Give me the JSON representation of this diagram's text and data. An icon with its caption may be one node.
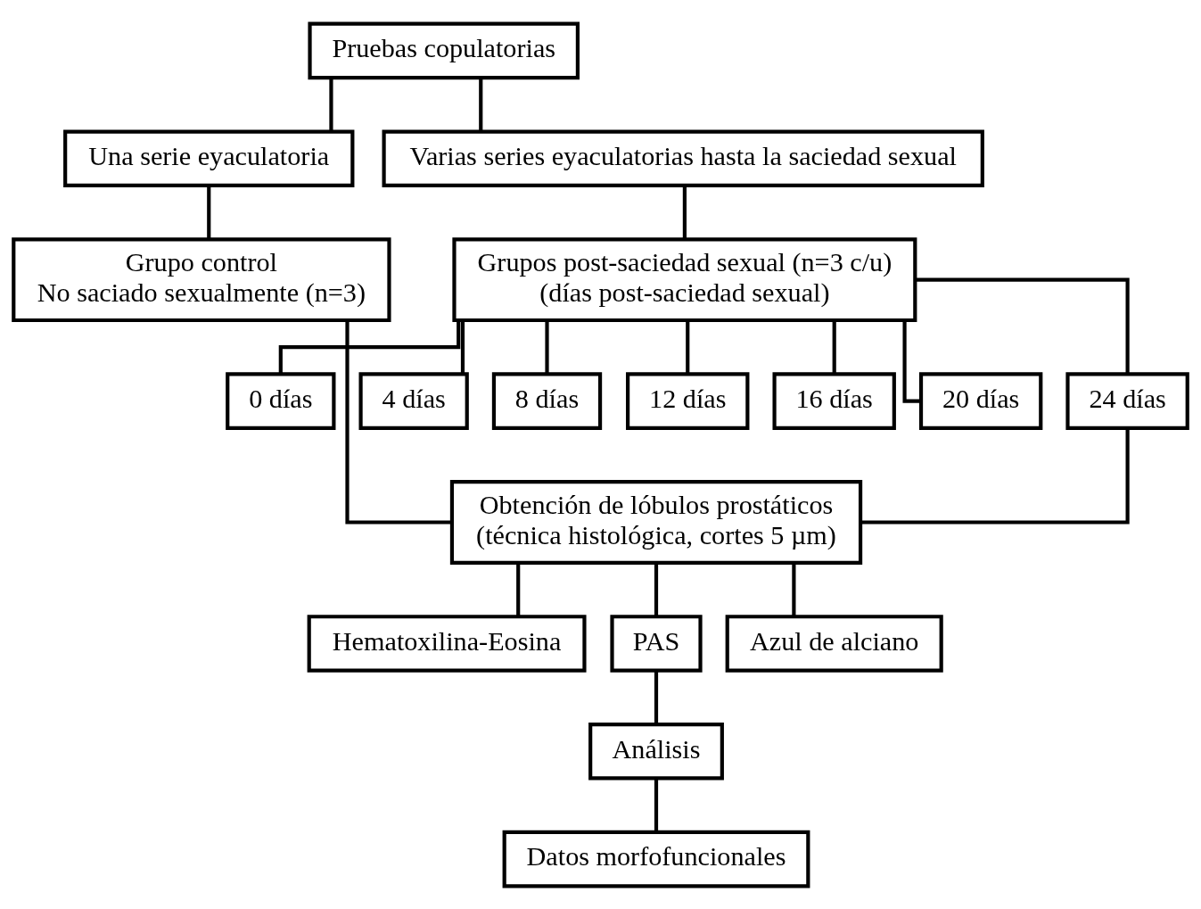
{
  "diagram": {
    "nodes": [
      {
        "text": [
          "Pruebas copulatorias"
        ]
      },
      {
        "text": [
          "Una serie eyaculatoria"
        ]
      },
      {
        "text": [
          "Varias series eyaculatorias hasta la saciedad sexual"
        ]
      },
      {
        "text": [
          "Grupo control",
          "No saciado sexualmente (n=3)"
        ]
      },
      {
        "text": [
          "Grupos post-saciedad sexual (n=3 c/u)",
          "(días post-saciedad sexual)"
        ]
      },
      {
        "text": [
          "0 días"
        ]
      },
      {
        "text": [
          "4 días"
        ]
      },
      {
        "text": [
          "8 días"
        ]
      },
      {
        "text": [
          "12 días"
        ]
      },
      {
        "text": [
          "16 días"
        ]
      },
      {
        "text": [
          "20 días"
        ]
      },
      {
        "text": [
          "24 días"
        ]
      },
      {
        "text": [
          "Obtención de lóbulos prostáticos",
          "(técnica histológica, cortes 5 µm)"
        ]
      },
      {
        "text": [
          "Hematoxilina-Eosina"
        ]
      },
      {
        "text": [
          "PAS"
        ]
      },
      {
        "text": [
          "Azul de alciano"
        ]
      },
      {
        "text": [
          "Análisis"
        ]
      },
      {
        "text": [
          "Datos morfofuncionales"
        ]
      }
    ],
    "edges": [
      {
        "from": 0,
        "to": 1,
        "arrow": "none"
      },
      {
        "from": 0,
        "to": 2,
        "arrow": "none"
      },
      {
        "from": 1,
        "to": 3,
        "arrow": "none"
      },
      {
        "from": 2,
        "to": 4,
        "arrow": "none"
      },
      {
        "from": 4,
        "to": 5,
        "arrow": "none"
      },
      {
        "from": 4,
        "to": 6,
        "arrow": "none"
      },
      {
        "from": 4,
        "to": 7,
        "arrow": "none"
      },
      {
        "from": 4,
        "to": 8,
        "arrow": "none"
      },
      {
        "from": 4,
        "to": 9,
        "arrow": "none"
      },
      {
        "from": 4,
        "to": 10,
        "arrow": "none"
      },
      {
        "from": 4,
        "to": 11,
        "arrow": "none"
      },
      {
        "from": 3,
        "to": 12,
        "arrow": "none"
      },
      {
        "from": 11,
        "to": 12,
        "arrow": "none"
      },
      {
        "from": 12,
        "to": 13,
        "arrow": "none"
      },
      {
        "from": 12,
        "to": 14,
        "arrow": "none"
      },
      {
        "from": 12,
        "to": 15,
        "arrow": "none"
      },
      {
        "from": 14,
        "to": 16,
        "arrow": "none"
      },
      {
        "from": 16,
        "to": 17,
        "arrow": "none"
      }
    ]
  }
}
